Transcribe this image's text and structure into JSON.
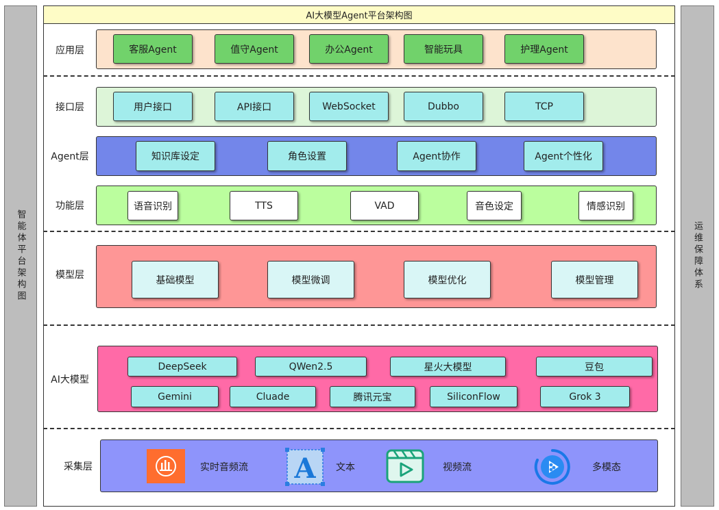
{
  "title": "AI大模型Agent平台架构图",
  "left_side_label": "智能体平台架构图",
  "right_side_label": "运维保障体系",
  "layers": {
    "application": {
      "label": "应用层",
      "items": [
        "客服Agent",
        "值守Agent",
        "办公Agent",
        "智能玩具",
        "护理Agent"
      ]
    },
    "interface": {
      "label": "接口层",
      "items": [
        "用户接口",
        "API接口",
        "WebSocket",
        "Dubbo",
        "TCP"
      ]
    },
    "agent": {
      "label": "Agent层",
      "items": [
        "知识库设定",
        "角色设置",
        "Agent协作",
        "Agent个性化"
      ]
    },
    "function": {
      "label": "功能层",
      "items": [
        "语音识别",
        "TTS",
        "VAD",
        "音色设定",
        "情感识别"
      ]
    },
    "model": {
      "label": "模型层",
      "items": [
        "基础模型",
        "模型微调",
        "模型优化",
        "模型管理"
      ]
    },
    "ai_models": {
      "label": "AI大模型",
      "row1": [
        "DeepSeek",
        "QWen2.5",
        "星火大模型",
        "豆包"
      ],
      "row2": [
        "Gemini",
        "Cluade",
        "腾讯元宝",
        "SiliconFlow",
        "Grok 3"
      ]
    },
    "collection": {
      "label": "采集层",
      "items": [
        {
          "label": "实时音频流",
          "icon": "audio-stream-icon"
        },
        {
          "label": "文本",
          "icon": "text-a-icon"
        },
        {
          "label": "视频流",
          "icon": "video-play-icon"
        },
        {
          "label": "多模态",
          "icon": "multimodal-icon"
        }
      ]
    }
  },
  "colors": {
    "application_band": "#fde3cc",
    "interface_band": "#ddf5d8",
    "agent_band": "#7386ea",
    "function_band": "#bbfe9e",
    "model_band": "#fe9696",
    "ai_band": "#ff6aa7",
    "collection_band": "#8e94fb",
    "title_bg": "#fefcc6",
    "side_bg": "#bdbdbd"
  }
}
